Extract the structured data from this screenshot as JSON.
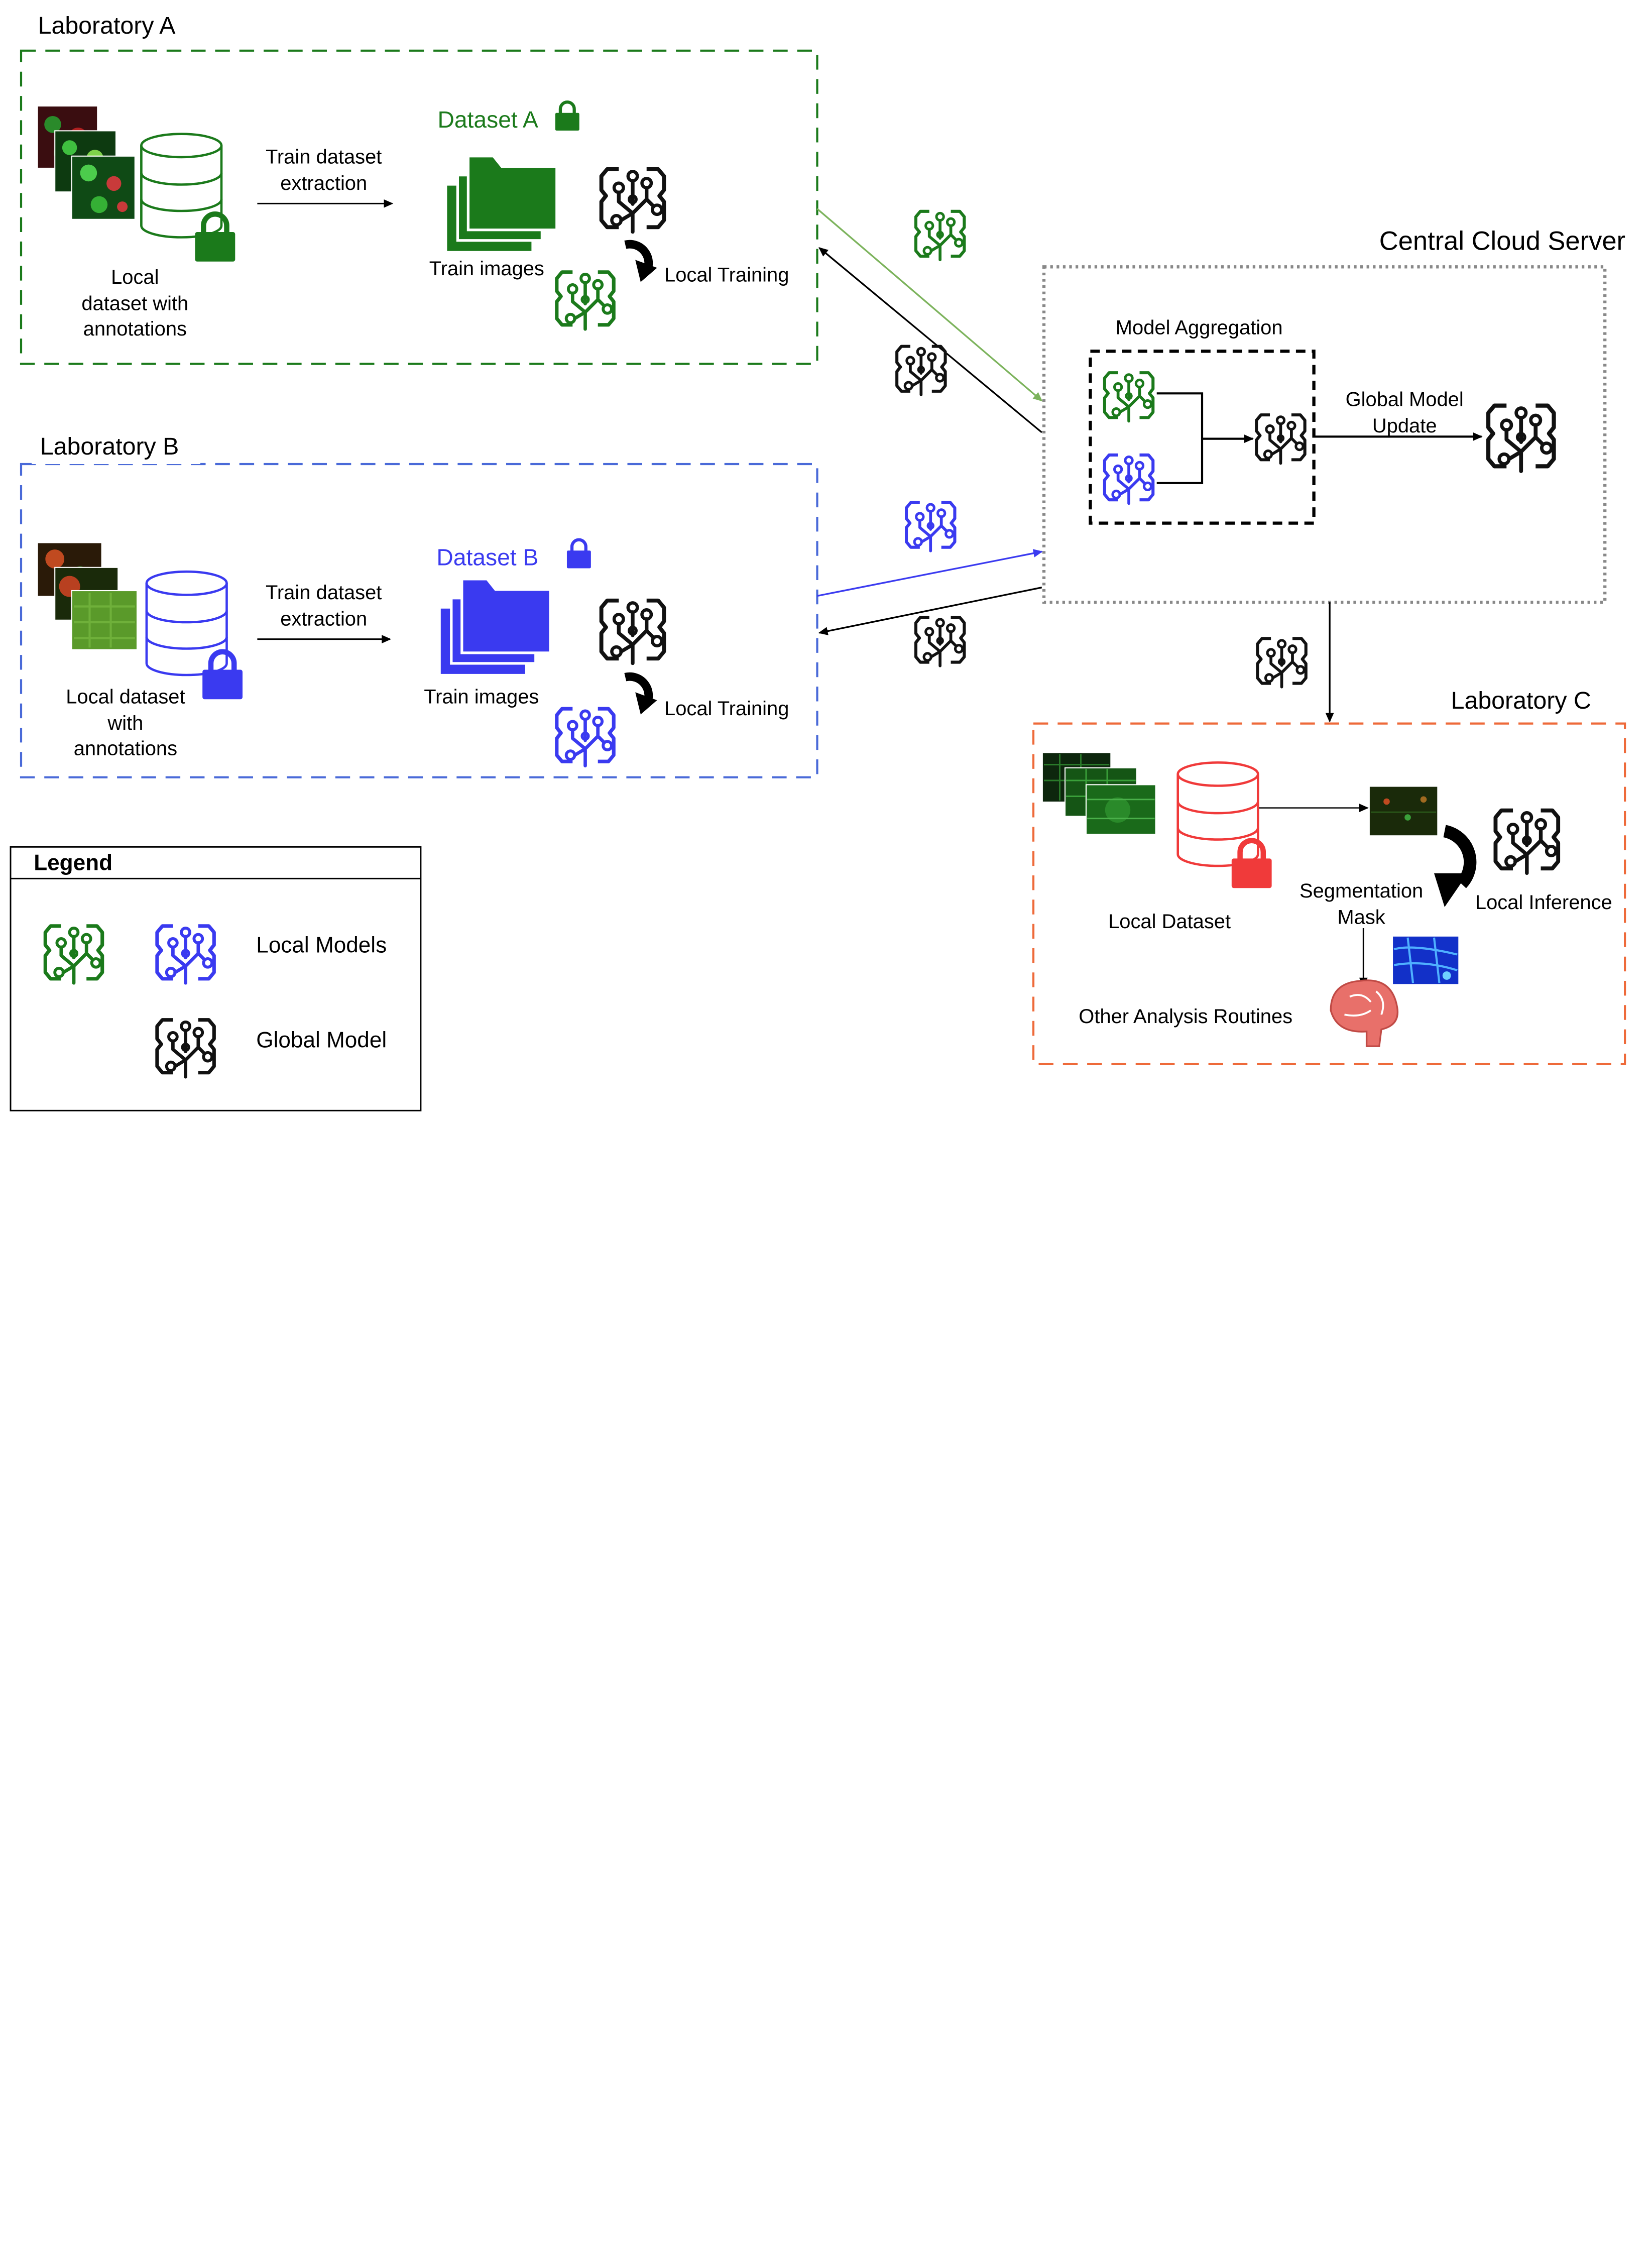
{
  "lab_a": {
    "title": "Laboratory A",
    "dataset_label": "Local dataset with annotations",
    "dataset_lines": [
      "Local",
      "dataset with",
      "annotations"
    ],
    "extract_lines": [
      "Train dataset",
      "extraction"
    ],
    "dataset_name": "Dataset A",
    "train_images": "Train images",
    "local_training": "Local Training",
    "color": "#1b7a1b"
  },
  "lab_b": {
    "title": "Laboratory B",
    "dataset_lines": [
      "Local dataset",
      "with",
      "annotations"
    ],
    "extract_lines": [
      "Train dataset",
      "extraction"
    ],
    "dataset_name": "Dataset B",
    "train_images": "Train images",
    "local_training": "Local Training",
    "color": "#3a3af0"
  },
  "server": {
    "title": "Central Cloud Server",
    "aggregation": "Model Aggregation",
    "update_lines": [
      "Global Model",
      "Update"
    ]
  },
  "lab_c": {
    "title": "Laboratory C",
    "dataset": "Local Dataset",
    "mask_lines": [
      "Segmentation",
      "Mask"
    ],
    "inference": "Local Inference",
    "analysis": "Other Analysis Routines",
    "color": "#ee6a3a"
  },
  "legend": {
    "title": "Legend",
    "local_models": "Local Models",
    "global_model": "Global Model"
  },
  "colors": {
    "green": "#1b7a1b",
    "blue": "#3a3af0",
    "black": "#111111",
    "red": "#f03a3a",
    "light_green": "#7cb35c"
  },
  "icons": [
    "brain-chip-icon",
    "database-icon",
    "lock-icon",
    "folder-stack-icon",
    "curved-arrow-icon",
    "brain-icon"
  ]
}
